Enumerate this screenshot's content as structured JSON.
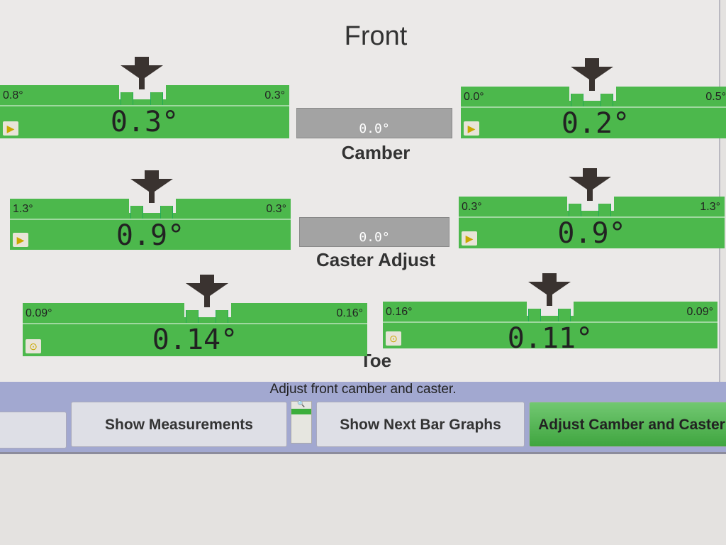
{
  "title": "Front",
  "sections": {
    "camber": "Camber",
    "caster": "Caster Adjust",
    "toe": "Toe"
  },
  "gauges": [
    {
      "id": "camber-left",
      "min": "0.8°",
      "max": "0.3°",
      "value": "0.3°",
      "icon": "wheel-side-icon"
    },
    {
      "id": "camber-right",
      "min": "0.0°",
      "max": "0.5°",
      "value": "0.2°",
      "icon": "wheel-side-icon"
    },
    {
      "id": "caster-left",
      "min": "1.3°",
      "max": "0.3°",
      "value": "0.9°",
      "icon": "wheel-side-icon"
    },
    {
      "id": "caster-right",
      "min": "0.3°",
      "max": "1.3°",
      "value": "0.9°",
      "icon": "wheel-side-icon"
    },
    {
      "id": "toe-left",
      "min": "0.09°",
      "max": "0.16°",
      "value": "0.14°",
      "icon": "steering-wheel-icon"
    },
    {
      "id": "toe-right",
      "min": "0.16°",
      "max": "0.09°",
      "value": "0.11°",
      "icon": "steering-wheel-icon"
    }
  ],
  "cross": {
    "camber": "0.0°",
    "caster": "0.0°"
  },
  "status": "Adjust front camber and caster.",
  "buttons": {
    "show_measurements": "Show Measurements",
    "show_next": "Show Next Bar Graphs",
    "adjust": "Adjust Camber and Caster"
  },
  "colors": {
    "in_tolerance": "#4cb84c",
    "status_bar": "#a2a8d0",
    "cross_gauge": "#a3a3a3"
  }
}
